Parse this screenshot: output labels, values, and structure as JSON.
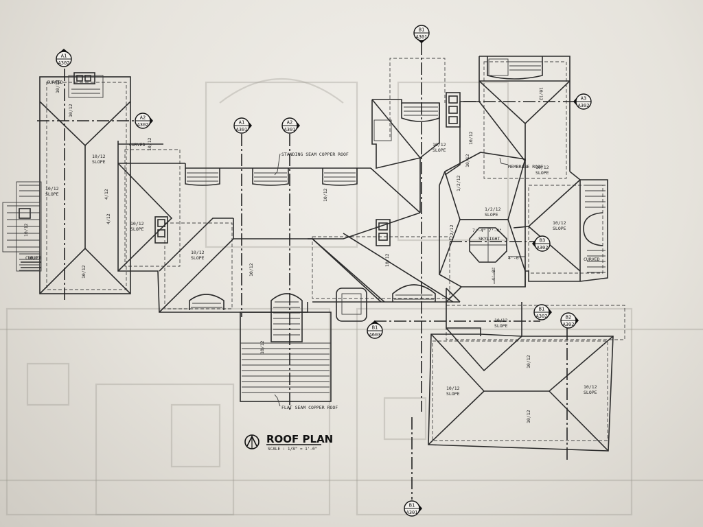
{
  "drawing": {
    "title": "ROOF PLAN",
    "scale": "SCALE : 1/8\" = 1'-0\""
  },
  "section_markers": [
    {
      "id": "m-a1-a302",
      "top": "A1",
      "bottom": "A302"
    },
    {
      "id": "m-a2-a302",
      "top": "A2",
      "bottom": "A302"
    },
    {
      "id": "m-a1-a301",
      "top": "A1",
      "bottom": "A301"
    },
    {
      "id": "m-a2-a301",
      "top": "A2",
      "bottom": "A301"
    },
    {
      "id": "m-b1-a301-top",
      "top": "B1",
      "bottom": "A301"
    },
    {
      "id": "m-a3-a302",
      "top": "A3",
      "bottom": "A302"
    },
    {
      "id": "m-b3-a302",
      "top": "B3",
      "bottom": "A302"
    },
    {
      "id": "m-b1-a302",
      "top": "B1",
      "bottom": "A302"
    },
    {
      "id": "m-b2-a302",
      "top": "B2",
      "bottom": "A302"
    },
    {
      "id": "m-b1-a603",
      "top": "B1",
      "bottom": "A603"
    },
    {
      "id": "m-b1-a301-bottom",
      "top": "B1",
      "bottom": "A301"
    }
  ],
  "notes": {
    "standing_seam": "STANDING SEAM COPPER ROOF",
    "membrane": "MEMBRANE ROOF",
    "flat_seam": "FLAT SEAM COPPER ROOF",
    "skylight": "SKYLIGHT",
    "curved_a": "CURVED",
    "curved_b": "CURVED",
    "curved_c": "CURVED",
    "curved_d": "CURVED",
    "dim_a": "4'-0\"",
    "dim_b": "4'-0\"",
    "dim_c": "7'-4\" 7'-4\""
  },
  "slopes": {
    "s1": "10/12",
    "s2": "10/12",
    "s3": "10/12",
    "s4": "4/12",
    "s5": "4/12",
    "s6": "10/12",
    "s7": "10/12",
    "s8": "10/12",
    "s9": "10/12",
    "s10": "10/12",
    "s11": "10/12",
    "s12": "10/12",
    "s13": "10/12",
    "s14": "10/12",
    "s15": "1/2/12",
    "s16": "1/2/12",
    "s17": "1/2/12",
    "s18": "10/12",
    "s19": "10/12",
    "s20": "10/12",
    "s21": "10/12",
    "s22": "10/12",
    "s23": "10/12",
    "s24": "10/12",
    "s25": "10/12",
    "s26": "10/12",
    "s27": "10/12",
    "s28": "10/12",
    "s29": "10/12",
    "s30": "10/12",
    "word": "SLOPE"
  }
}
